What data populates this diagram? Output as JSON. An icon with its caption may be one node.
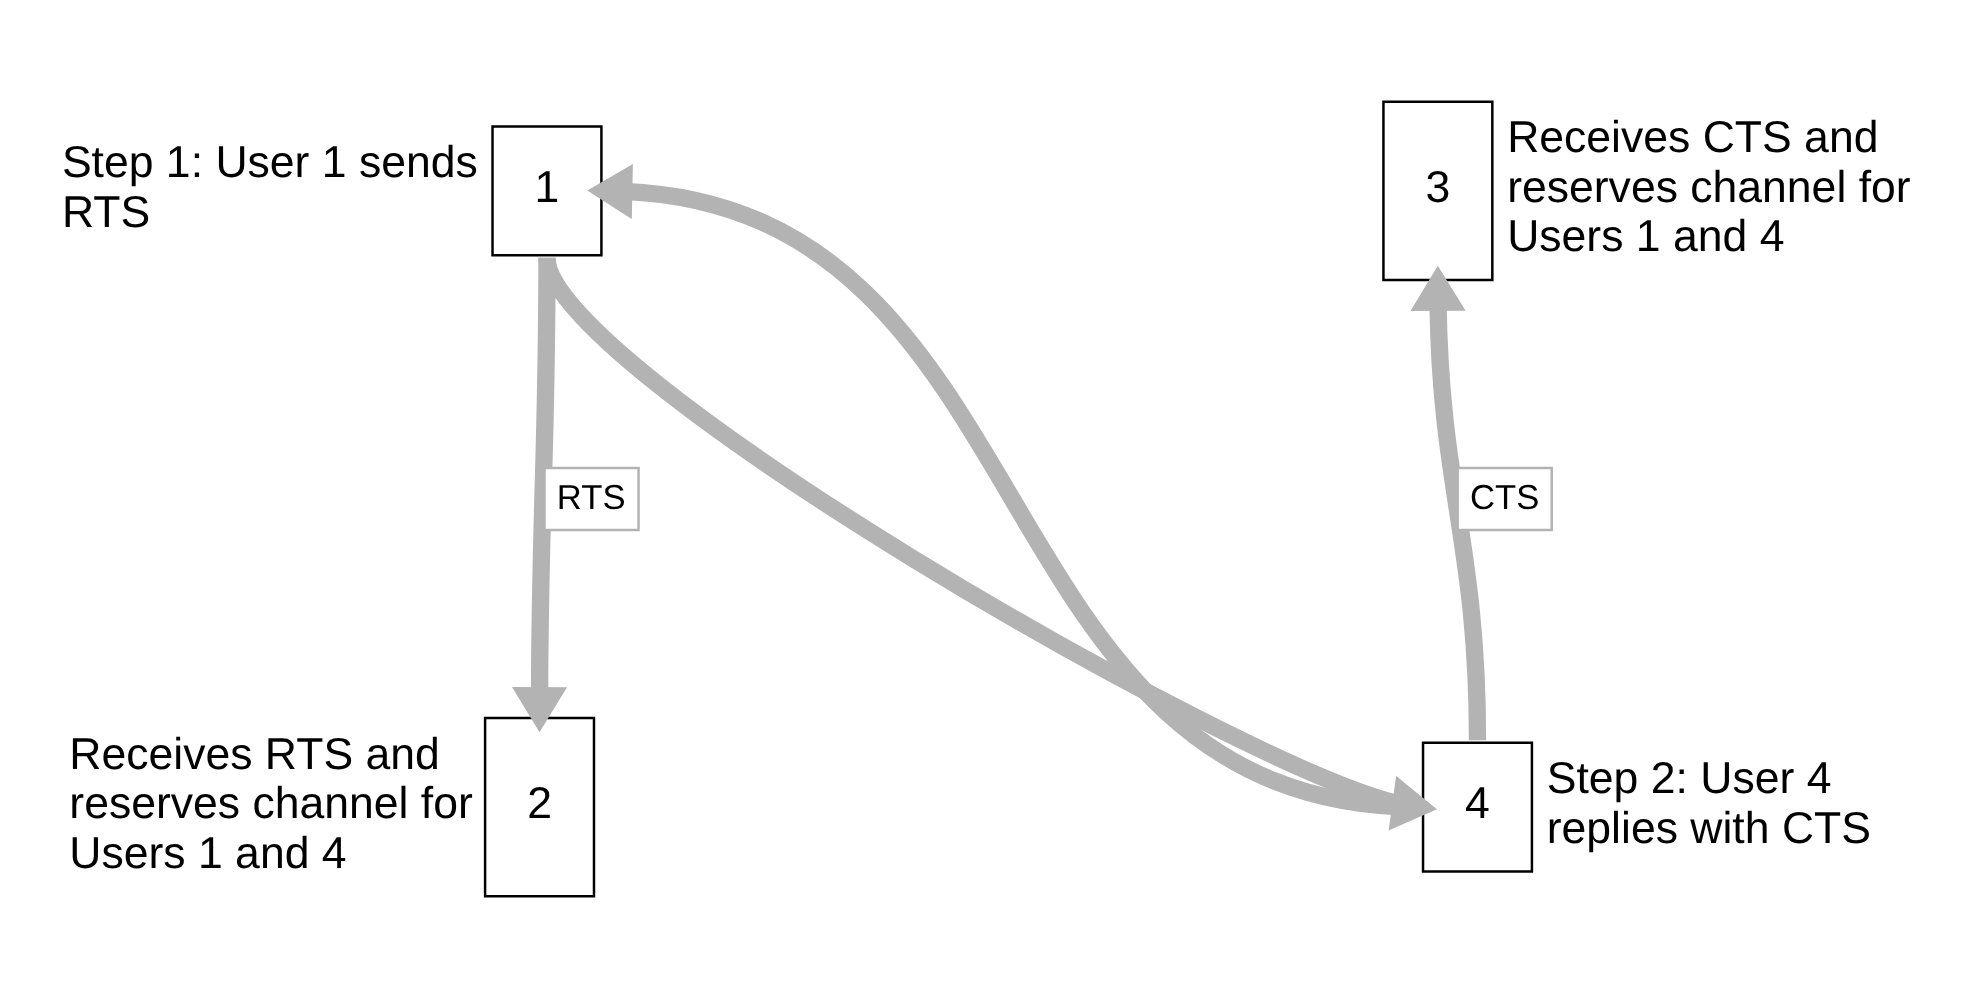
{
  "diagram": {
    "nodes": [
      {
        "text": [
          "1"
        ],
        "beside": [
          "Step 1: User 1 sends RTS"
        ]
      },
      {
        "text": [
          "3"
        ],
        "beside": [
          "Receives CTS and reserves channel for Users 1 and 4"
        ]
      },
      {
        "text": [
          "2"
        ],
        "beside": [
          "Receives RTS and reserves channel for Users 1 and 4"
        ]
      },
      {
        "text": [
          "4"
        ],
        "beside": [
          "Step 2: User 4 replies with CTS"
        ]
      }
    ],
    "edges": [
      {
        "from": 0,
        "to": 2,
        "arrow": "to",
        "label": "RTS"
      },
      {
        "from": 0,
        "to": 3,
        "arrow": "to"
      },
      {
        "from": 3,
        "to": 0,
        "arrow": "to"
      },
      {
        "from": 3,
        "to": 1,
        "arrow": "to",
        "label": "CTS"
      }
    ]
  }
}
